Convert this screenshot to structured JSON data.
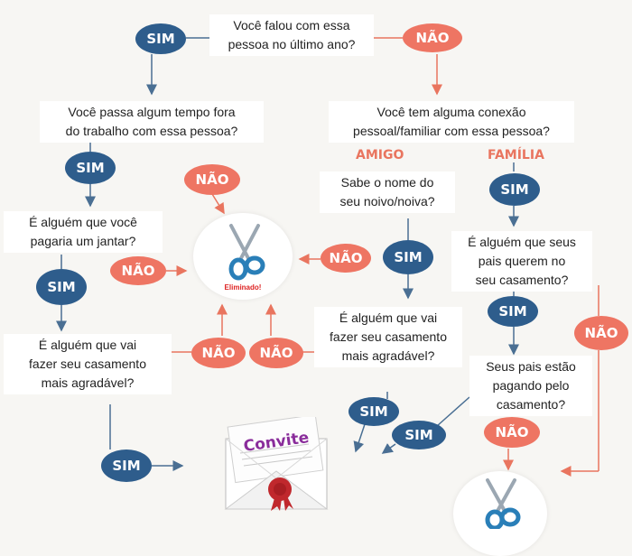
{
  "colors": {
    "sim": "#2e5d8c",
    "nao": "#ee7563",
    "arrow": "#4a6f93",
    "arrow_red": "#e9755f",
    "invite_text": "#8a2d9b"
  },
  "questions": {
    "q1": "Você falou com essa\npessoa no último ano?",
    "q2": "Você passa algum tempo fora\ndo trabalho com essa pessoa?",
    "q3": "Você tem alguma conexão\npessoal/familiar com essa pessoa?",
    "q4": "Sabe o nome do\nseu noivo/noiva?",
    "q5": "É alguém que você\npagaria um jantar?",
    "q6": "É alguém que seus\npais querem no\nseu casamento?",
    "q7": "É alguém que vai\nfazer seu casamento\nmais agradável?",
    "q8": "É alguém que vai\nfazer seu casamento\nmais agradável?",
    "q9": "Seus pais estão\npagando pelo\ncasamento?"
  },
  "labels": {
    "sim": "SIM",
    "nao": "NÃO",
    "amigo": "AMIGO",
    "familia": "FAMÍLIA"
  },
  "eliminated": {
    "label": "Eliminado!",
    "icon": "scissors-icon"
  },
  "invite": {
    "title": "Convite",
    "icon": "envelope-icon"
  }
}
